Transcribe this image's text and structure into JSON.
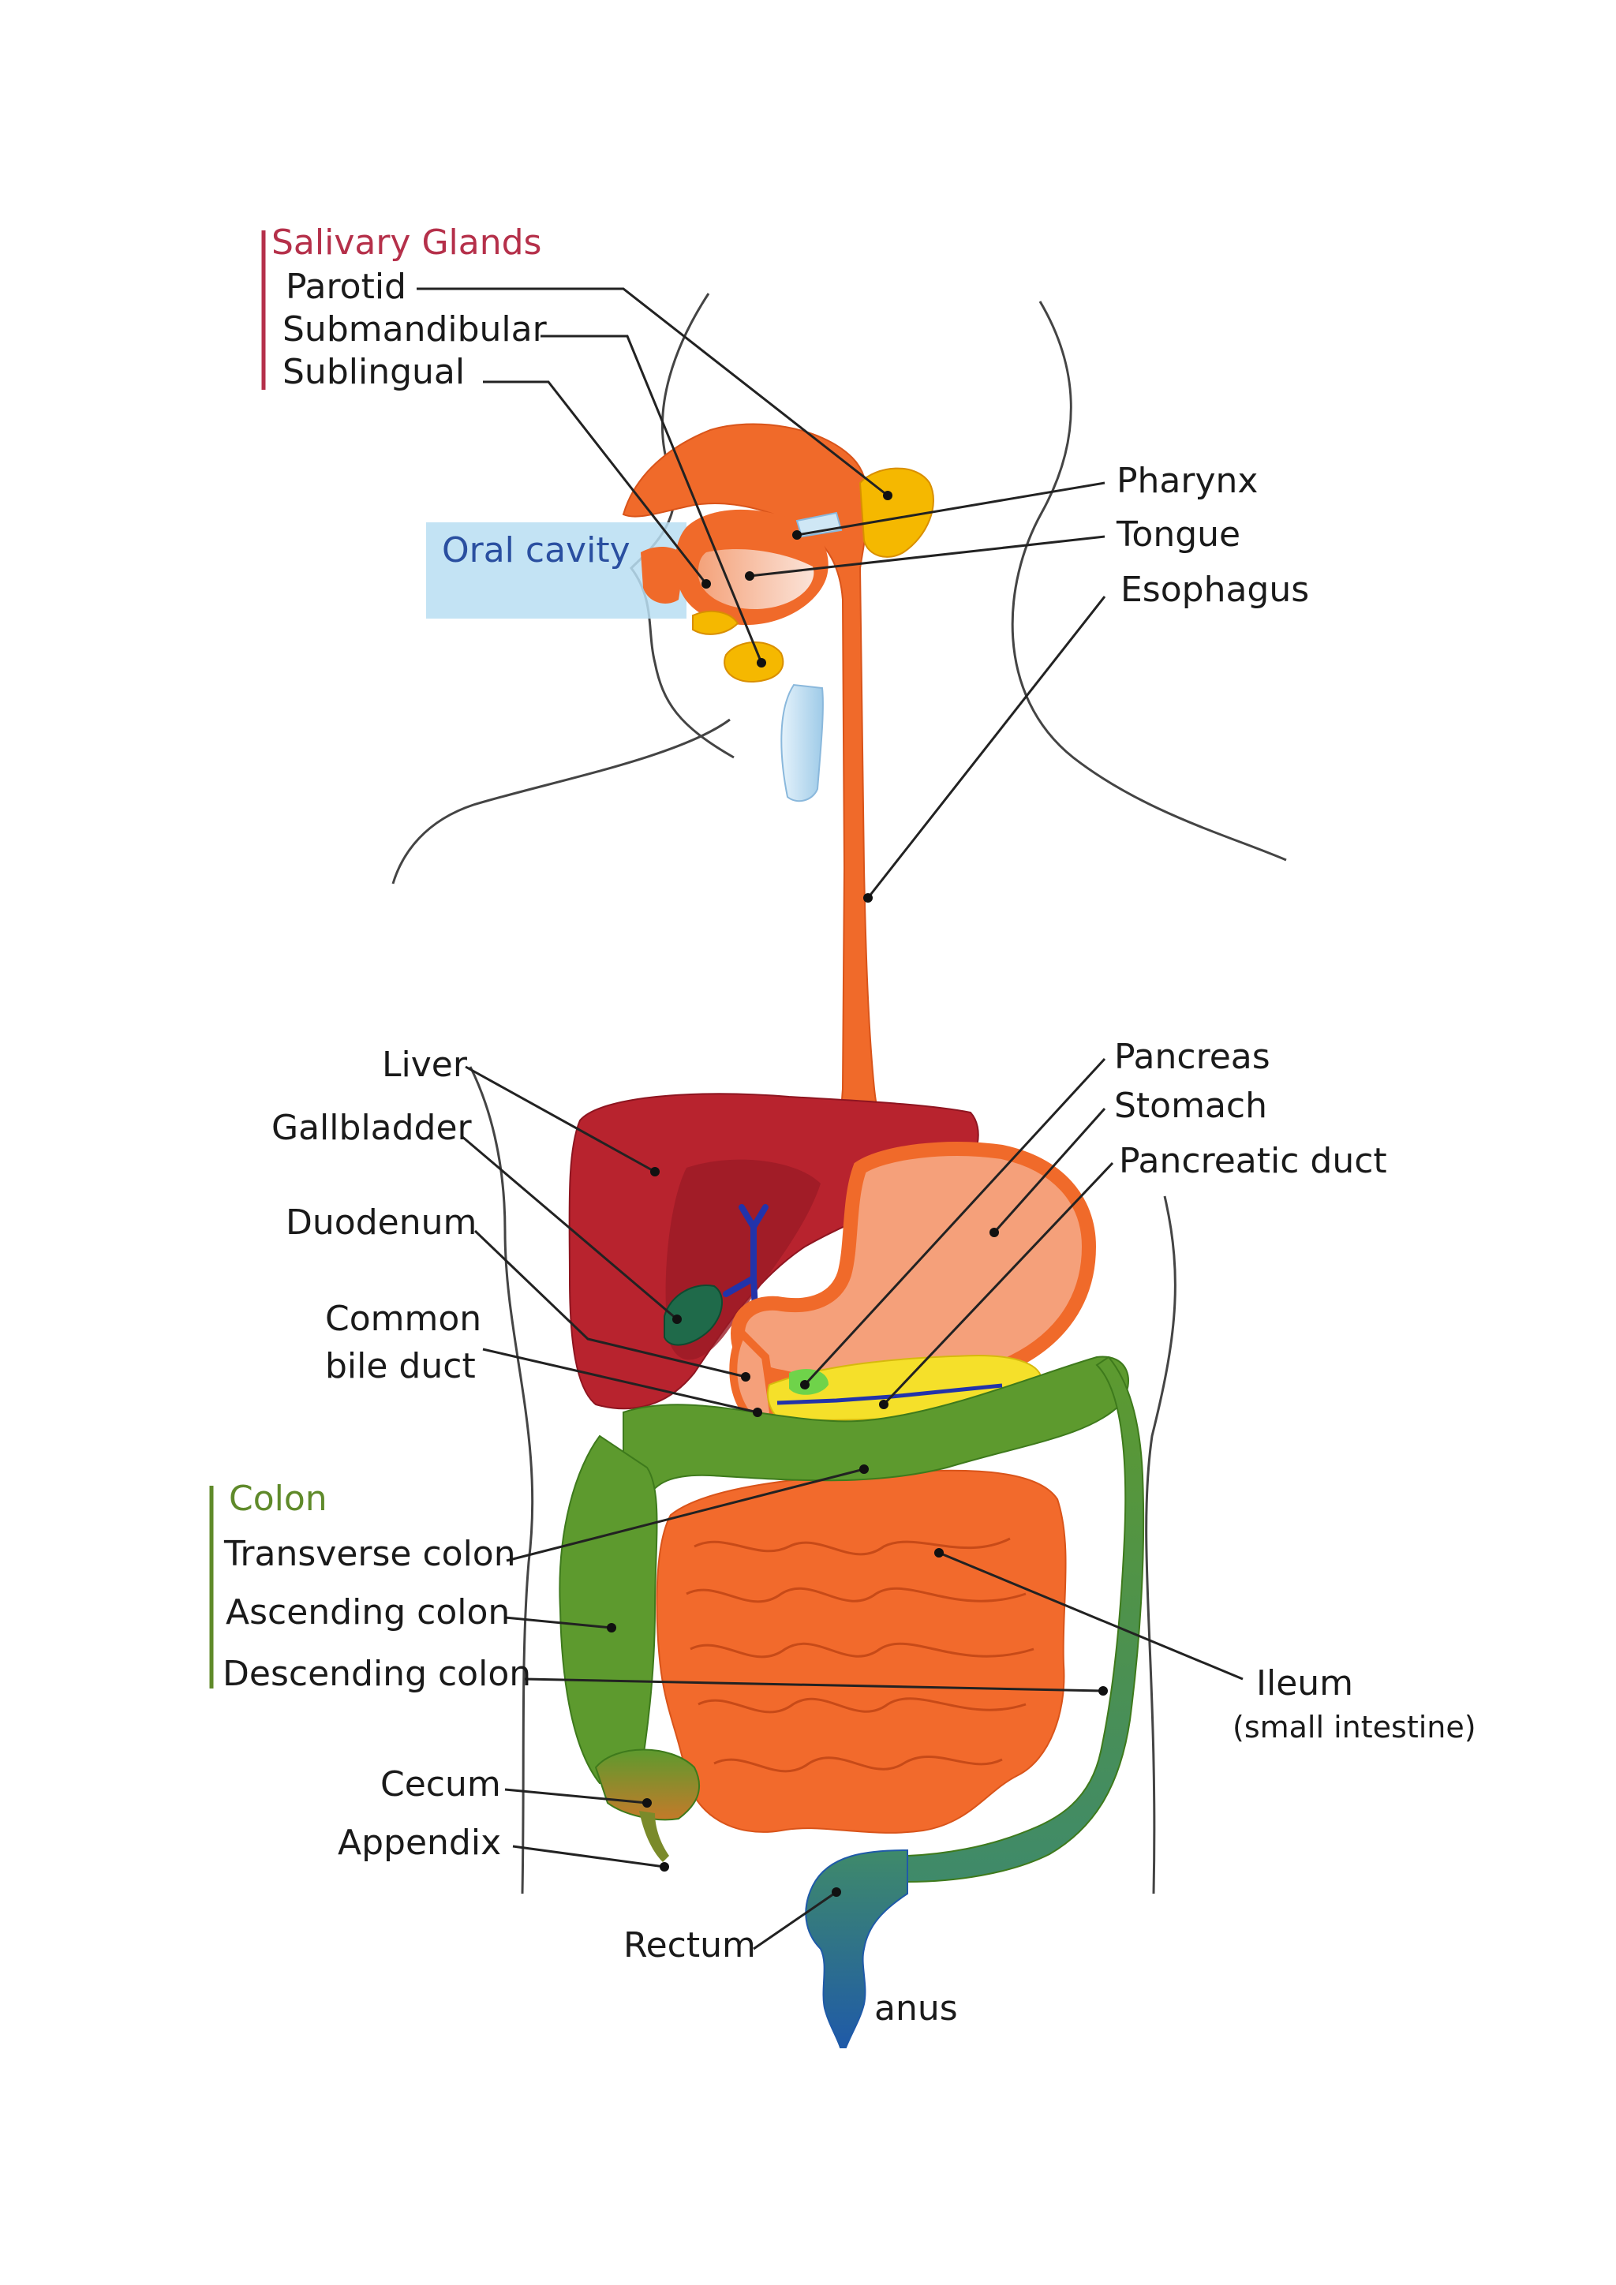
{
  "colors": {
    "salivary_group": "#b5304a",
    "colon_group": "#5f8a2a",
    "oral_cavity_text": "#2a4fa0",
    "oral_cavity_bg": "#b9def2",
    "esophagus": "#f06a2a",
    "liver": "#b8232e",
    "stomach": "#f5a07a",
    "small_intestine": "#f26a2c",
    "colon": "#5d9a2e",
    "rectum": "#2e6f8a",
    "anus": "#1f5aa8",
    "gallbladder": "#1f6a4a",
    "pancreas": "#f5e02a",
    "salivary_gland": "#f5b800"
  },
  "groups": {
    "salivary": {
      "title": "Salivary Glands",
      "items": [
        "Parotid",
        "Submandibular",
        "Sublingual"
      ]
    },
    "colon": {
      "title": "Colon",
      "items": [
        "Transverse colon",
        "Ascending colon",
        "Descending colon"
      ]
    }
  },
  "labels": {
    "oral_cavity": "Oral cavity",
    "pharynx": "Pharynx",
    "tongue": "Tongue",
    "esophagus": "Esophagus",
    "liver": "Liver",
    "gallbladder": "Gallbladder",
    "duodenum": "Duodenum",
    "common_bile_duct_line1": "Common",
    "common_bile_duct_line2": "bile duct",
    "pancreas": "Pancreas",
    "stomach": "Stomach",
    "pancreatic_duct": "Pancreatic duct",
    "ileum": "Ileum",
    "ileum_note": "(small intestine)",
    "cecum": "Cecum",
    "appendix": "Appendix",
    "rectum": "Rectum",
    "anus": "anus"
  }
}
